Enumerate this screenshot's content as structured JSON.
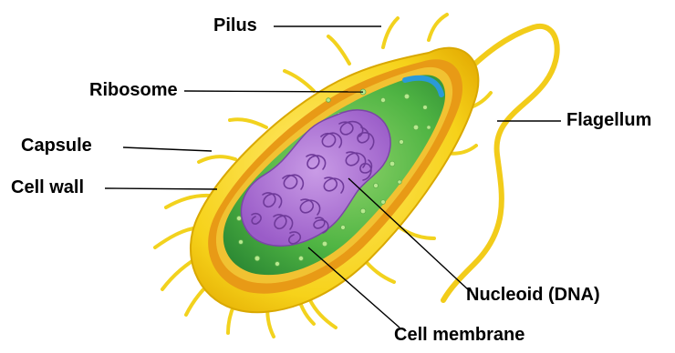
{
  "diagram": {
    "labels": {
      "pilus": "Pilus",
      "ribosome": "Ribosome",
      "capsule": "Capsule",
      "cell_wall": "Cell wall",
      "flagellum": "Flagellum",
      "nucleoid": "Nucleoid (DNA)",
      "cell_membrane": "Cell membrane"
    },
    "colors": {
      "capsule": "#f6d21a",
      "capsule_edge": "#d9a800",
      "cell_wall": "#e89a16",
      "cell_membrane": "#f1c232",
      "cytoplasm": "#3ea33e",
      "cytoplasm_light": "#8fd36a",
      "nucleoid": "#a56ad0",
      "nucleoid_dark": "#6f3a9a",
      "ribosome": "#b7e98f",
      "highlight": "#2a9ad8",
      "leader": "#000000"
    }
  }
}
